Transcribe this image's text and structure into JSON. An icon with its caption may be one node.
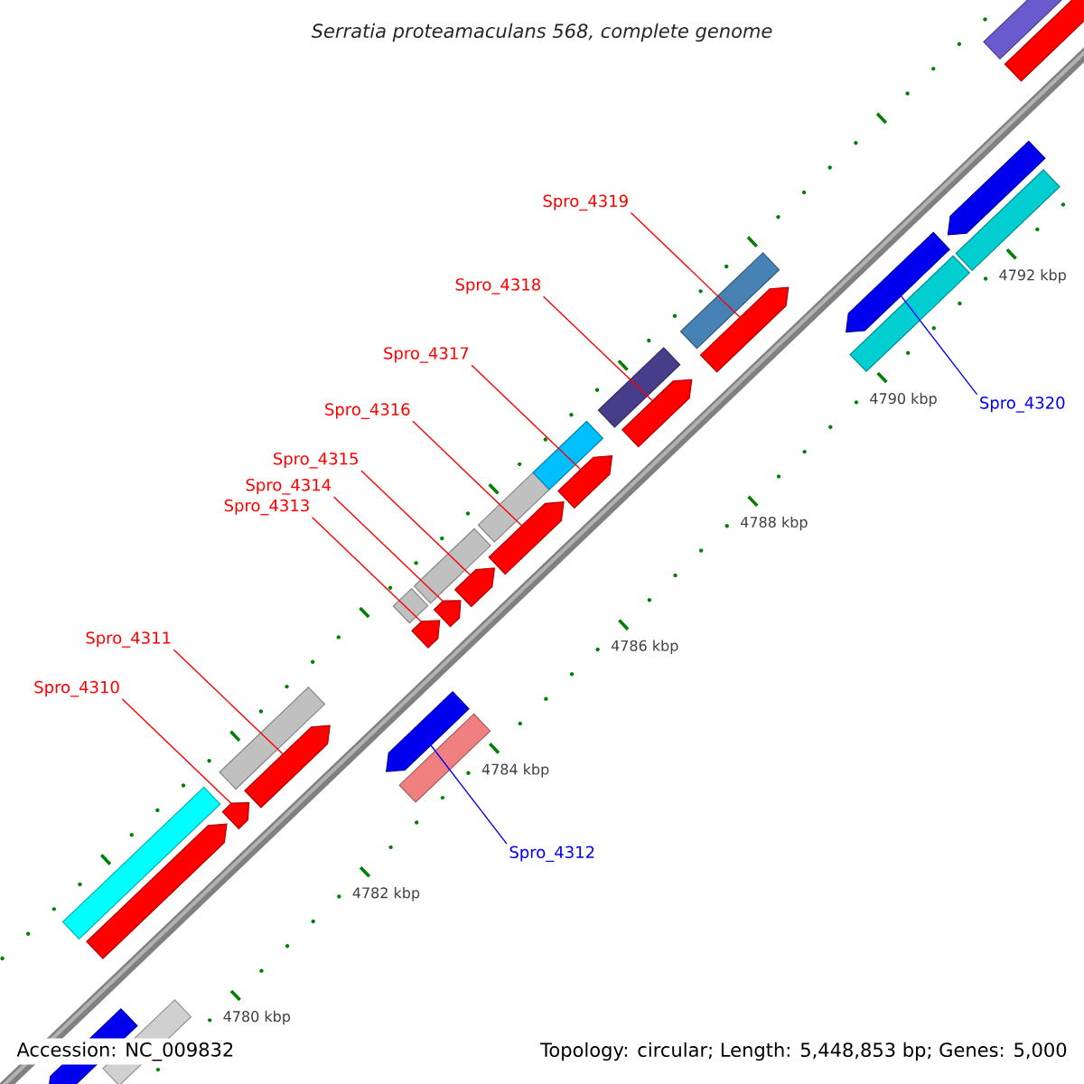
{
  "diagram": {
    "title": "Serratia proteamaculans 568, complete genome",
    "nodes": [
      {
        "text": [
          "Spro_4319"
        ]
      },
      {
        "text": [
          "Spro_4318"
        ]
      },
      {
        "text": [
          "Spro_4317"
        ]
      },
      {
        "text": [
          "Spro_4320"
        ]
      },
      {
        "text": [
          "Spro_4316"
        ]
      },
      {
        "text": [
          "Spro_4315"
        ]
      },
      {
        "text": [
          "Spro_4314"
        ]
      },
      {
        "text": [
          "Spro_4313"
        ]
      },
      {
        "text": [
          "Spro_4311"
        ]
      },
      {
        "text": [
          "Spro_4310"
        ]
      },
      {
        "text": [
          "Spro_4312"
        ]
      },
      {
        "text": [],
        "shape": "bar"
      },
      {
        "text": [],
        "shape": "bar"
      },
      {
        "text": [],
        "shape": "bar"
      },
      {
        "text": [],
        "shape": "bar"
      },
      {
        "text": [],
        "shape": "bar"
      },
      {
        "text": [],
        "shape": "bar"
      },
      {
        "text": [],
        "shape": "bar"
      },
      {
        "text": [],
        "shape": "bar"
      },
      {
        "text": [],
        "shape": "bar"
      },
      {
        "text": [],
        "shape": "bar"
      },
      {
        "text": [],
        "shape": "bar"
      },
      {
        "text": [],
        "shape": "bar"
      },
      {
        "text": [],
        "shape": "bar"
      },
      {
        "text": [],
        "shape": "bar"
      },
      {
        "text": [],
        "shape": "bar"
      },
      {
        "text": [],
        "shape": "bar"
      },
      {
        "text": [],
        "shape": "bar"
      },
      {
        "text": [],
        "shape": "bar"
      },
      {
        "text": [],
        "shape": "bar"
      },
      {
        "text": [],
        "shape": "bar"
      },
      {
        "text": [],
        "shape": "bar"
      },
      {
        "text": [],
        "shape": "bar"
      },
      {
        "text": [],
        "shape": "bar"
      },
      {
        "text": [],
        "shape": "bar"
      },
      {
        "text": [],
        "shape": "bar"
      },
      {
        "text": [],
        "shape": "bar"
      },
      {
        "text": [],
        "shape": "bar"
      },
      {
        "text": [],
        "shape": "bar"
      }
    ],
    "edges": [
      {
        "from": 0,
        "to": 32,
        "arrow": "none"
      },
      {
        "from": 1,
        "to": 30,
        "arrow": "none"
      },
      {
        "from": 2,
        "to": 28,
        "arrow": "none"
      },
      {
        "from": 3,
        "to": 33,
        "arrow": "none",
        "color": "#0000ff"
      },
      {
        "from": 4,
        "to": 25,
        "arrow": "none"
      },
      {
        "from": 5,
        "to": 24,
        "arrow": "none"
      },
      {
        "from": 6,
        "to": 23,
        "arrow": "none"
      },
      {
        "from": 7,
        "to": 21,
        "arrow": "none"
      },
      {
        "from": 8,
        "to": 16,
        "arrow": "none"
      },
      {
        "from": 9,
        "to": 15,
        "arrow": "none"
      },
      {
        "from": 10,
        "to": 18,
        "arrow": "none",
        "color": "#0000ff"
      }
    ],
    "labels": [
      "4792 kbp",
      "4790 kbp",
      "4788 kbp",
      "4786 kbp",
      "4784 kbp",
      "4782 kbp",
      "4780 kbp",
      "Accession: NC_009832",
      "Topology: circular; Length: 5,448,853 bp; Genes: 5,000"
    ]
  }
}
